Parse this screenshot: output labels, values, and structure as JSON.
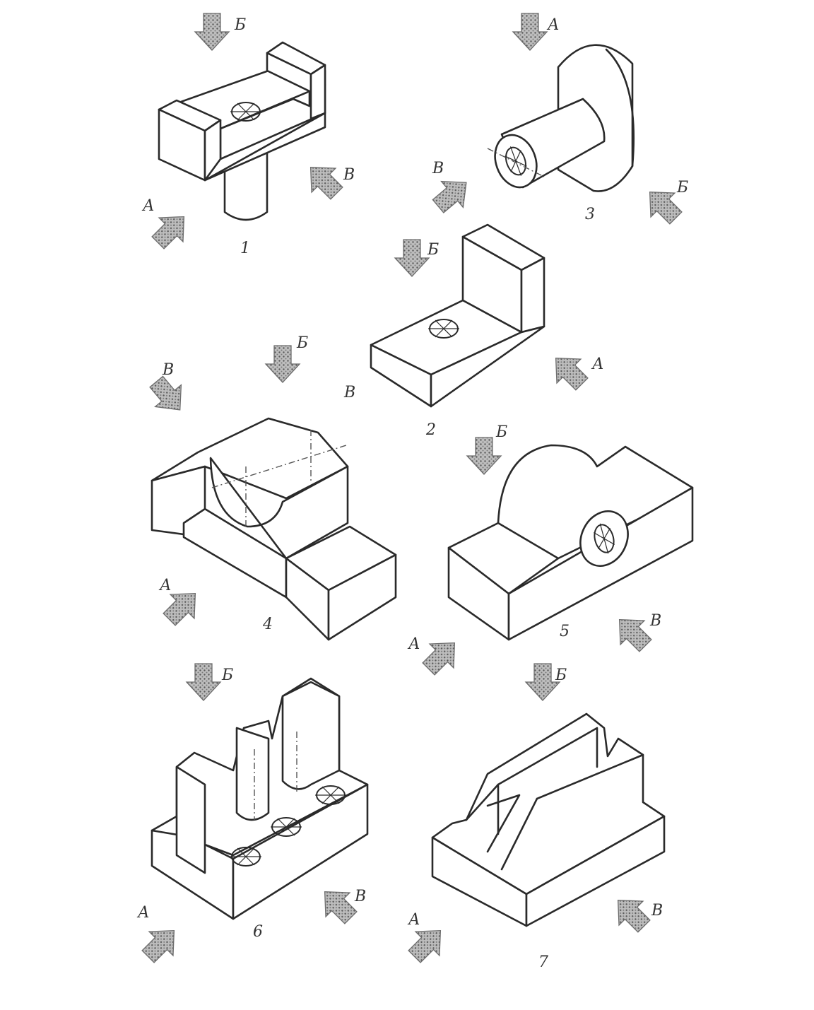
{
  "figure": {
    "parts": [
      {
        "number": "1",
        "arrows": [
          "Б",
          "В",
          "А"
        ]
      },
      {
        "number": "2",
        "arrows": [
          "Б",
          "А",
          "В"
        ]
      },
      {
        "number": "3",
        "arrows": [
          "А",
          "В",
          "Б"
        ]
      },
      {
        "number": "4",
        "arrows": [
          "В",
          "Б",
          "А"
        ]
      },
      {
        "number": "5",
        "arrows": [
          "Б",
          "А",
          "В"
        ]
      },
      {
        "number": "6",
        "arrows": [
          "Б",
          "А",
          "В"
        ]
      },
      {
        "number": "7",
        "arrows": [
          "Б",
          "А",
          "В"
        ]
      }
    ]
  },
  "colors": {
    "line": "#2a2a2a",
    "arrow_fill": "#9a9a9a",
    "background": "#ffffff"
  }
}
